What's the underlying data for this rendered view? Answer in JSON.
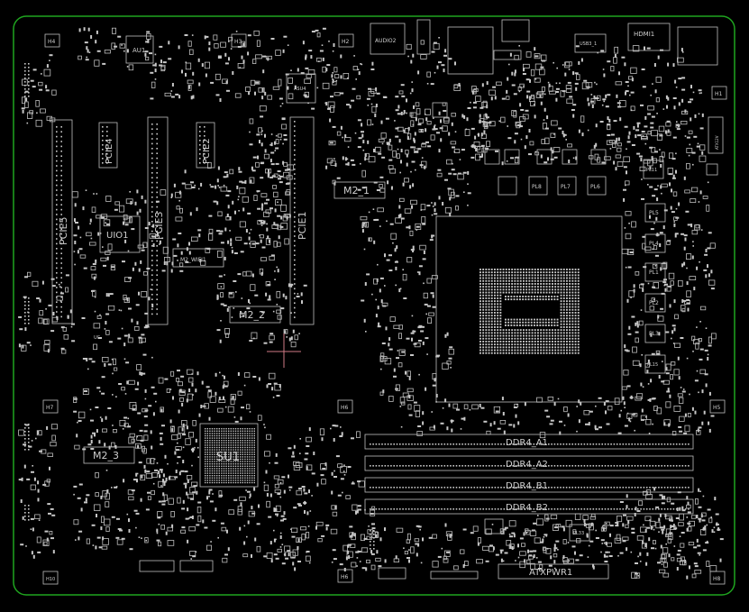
{
  "board": {
    "outline_color": "#1fa51f",
    "silkscreen_color": "#c8c8c8",
    "cursor_color": "#d07a86"
  },
  "labels": {
    "h4": "H4",
    "h3": "H3",
    "h2": "H2",
    "h1": "H1",
    "h5": "H5",
    "h6_mid": "H6",
    "h6_bottom": "H6",
    "h7": "H7",
    "h8": "H8",
    "hm_bl": "H10",
    "au1": "AU1",
    "asu4": "ASU4",
    "audio2": "AUDIO2",
    "usb3_1": "USB3_1",
    "hdmi1": "HDMI1",
    "uio1": "UIO1",
    "pcie5": "PCIE5",
    "pcie4": "PCIE4",
    "pcie3": "PCIE3",
    "pcie2": "PCIE2",
    "pcie1": "PCIE1",
    "m2_1": "M2_1",
    "m2_2": "M2_2",
    "m2_3": "M2_3",
    "m2_wifi1": "M2_WIFI1",
    "su1": "SU1",
    "pl_top": "PL11",
    "pl8": "PL8",
    "pl7": "PL7",
    "pl6": "PL6",
    "pl5": "PL5",
    "pl4": "PL4",
    "pl1": "PL1",
    "pl2": "PL2",
    "pl3": "PL3",
    "pl15": "PL15",
    "pl33": "PL33",
    "uc": "UC",
    "ddr4_a1": "DDR4_A1",
    "ddr4_a2": "DDR4_A2",
    "ddr4_b1": "DDR4_B1",
    "ddr4_b2": "DDR4_B2",
    "atxpwr1": "ATXPWR1",
    "vertical_hdr": "ATX12V"
  }
}
